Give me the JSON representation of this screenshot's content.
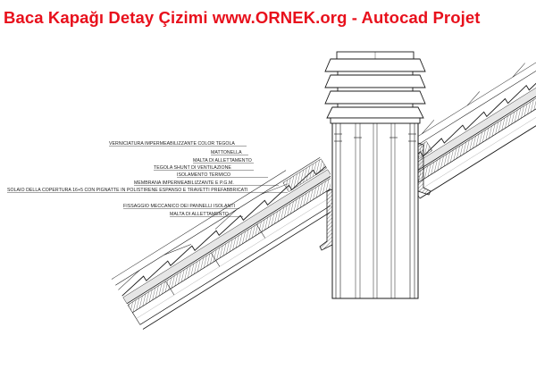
{
  "title": "Baca Kapağı Detay Çizimi www.ORNEK.org - Autocad Projet",
  "labels": [
    "VERNICIATURA IMPERMEABILIZZANTE COLOR TEGOLA",
    "MATTONELLA",
    "MALTA DI ALLETTAMENTO",
    "TEGOLA SHUNT DI VENTILAZIONE",
    "ISOLAMENTO TERMICO",
    "MEMBRANA IMPERMEABILIZZANTE E P.G.M.",
    "SOLAIO DELLA COPERTURA 16+5 CON PIGNATTE IN POLISTIRENE ESPANSO E TRAVETTI PREFABBRICATI",
    "FISSAGGIO MECCANICO DEI PANNELLI ISOLANTI",
    "MALTA DI ALLETTAMENTO"
  ],
  "colors": {
    "title": "#e8101c",
    "line": "#1a1a1a",
    "insulation": "#777777"
  }
}
